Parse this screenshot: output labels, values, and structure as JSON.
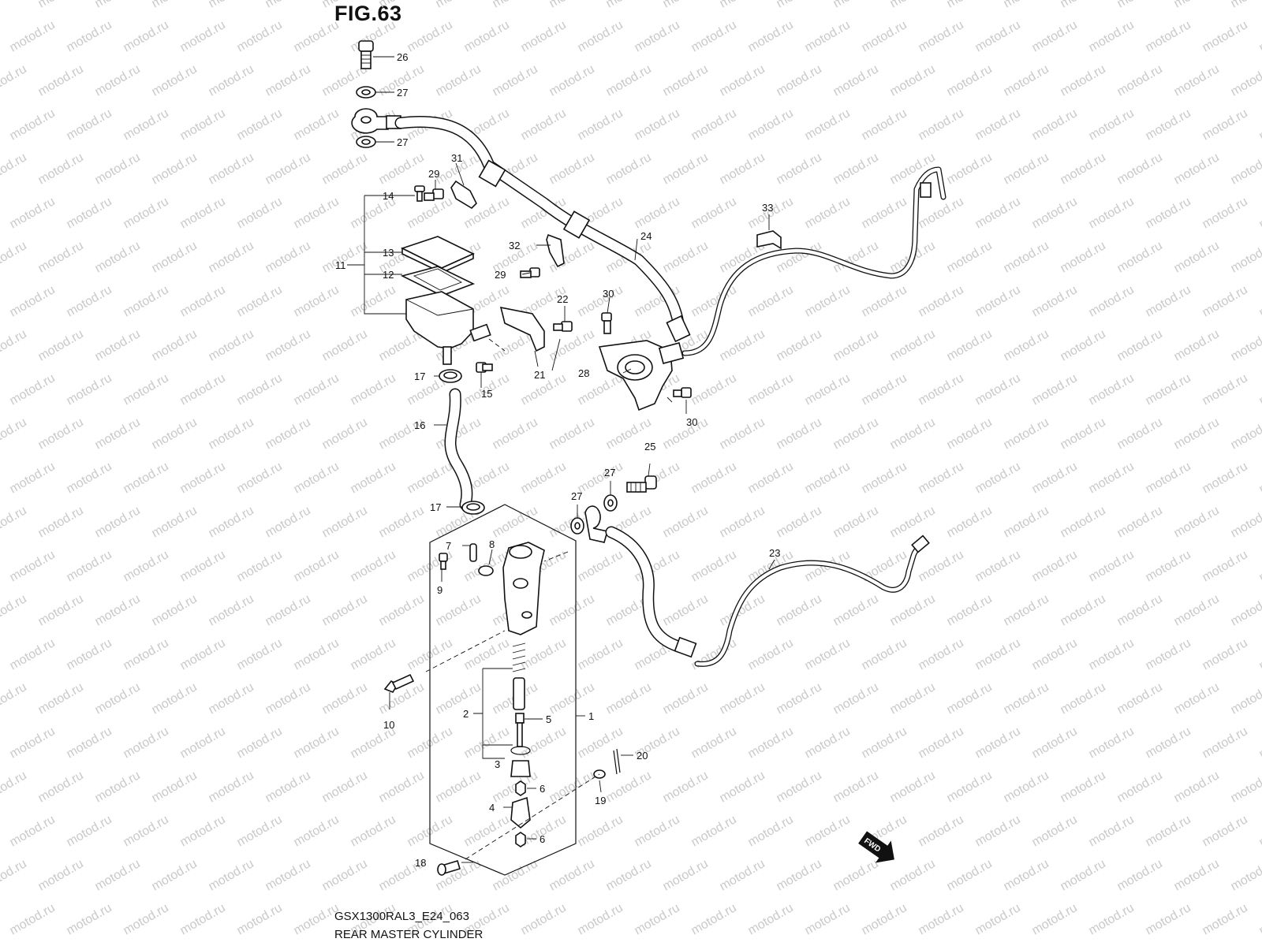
{
  "figure": {
    "title": "FIG.63",
    "code": "GSX1300RAL3_E24_063",
    "name": "REAR MASTER CYLINDER"
  },
  "watermark": {
    "text": "motod.ru"
  },
  "callouts": {
    "c1": "1",
    "c2": "2",
    "c3": "3",
    "c4": "4",
    "c5": "5",
    "c6a": "6",
    "c6b": "6",
    "c7": "7",
    "c8": "8",
    "c9": "9",
    "c10": "10",
    "c11": "11",
    "c12": "12",
    "c13": "13",
    "c14": "14",
    "c15": "15",
    "c16": "16",
    "c17a": "17",
    "c17b": "17",
    "c18": "18",
    "c19": "19",
    "c20": "20",
    "c21": "21",
    "c22": "22",
    "c23": "23",
    "c24": "24",
    "c25": "25",
    "c26": "26",
    "c27a": "27",
    "c27b": "27",
    "c27c": "27",
    "c27d": "27",
    "c28": "28",
    "c29a": "29",
    "c29b": "29",
    "c30a": "30",
    "c30b": "30",
    "c31": "31",
    "c32": "32",
    "c33": "33"
  },
  "fwd_arrow": {
    "label": "FWD"
  }
}
